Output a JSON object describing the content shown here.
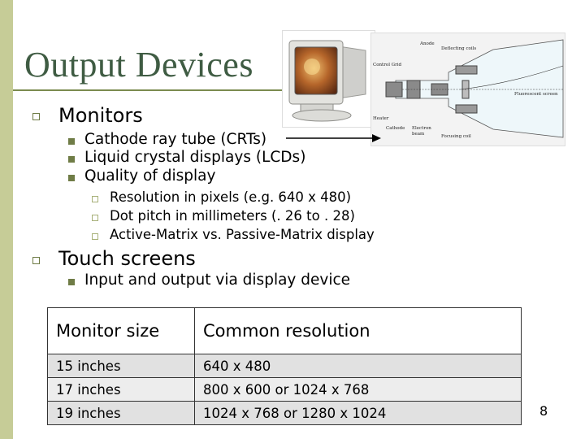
{
  "slide": {
    "title": "Output Devices",
    "page_number": "8",
    "accent_color": "#c6cc97",
    "bullets": {
      "monitors": "Monitors",
      "crt": "Cathode ray tube (CRTs)",
      "lcd": "Liquid crystal displays (LCDs)",
      "quality": "Quality of display",
      "resolution": "Resolution in pixels (e.g. 640 x 480)",
      "dot_pitch": "Dot pitch in millimeters (. 26 to . 28)",
      "matrix": "Active-Matrix vs. Passive-Matrix display",
      "touch": "Touch screens",
      "touch_io": "Input and output via display device"
    },
    "diagram_labels": {
      "anode": "Anode",
      "deflecting": "Deflecting coils",
      "control_grid": "Control Grid",
      "screen": "Fluorescent screen",
      "heater": "Heater",
      "cathode": "Cathode",
      "electron": "Electron",
      "beam": "beam",
      "focusing": "Focusing coil"
    }
  },
  "table": {
    "headers": [
      "Monitor size",
      "Common resolution"
    ],
    "rows": [
      [
        "15 inches",
        "640 x 480"
      ],
      [
        "17 inches",
        "800 x 600 or 1024 x 768"
      ],
      [
        "19 inches",
        "1024 x 768 or 1280 x 1024"
      ]
    ]
  }
}
